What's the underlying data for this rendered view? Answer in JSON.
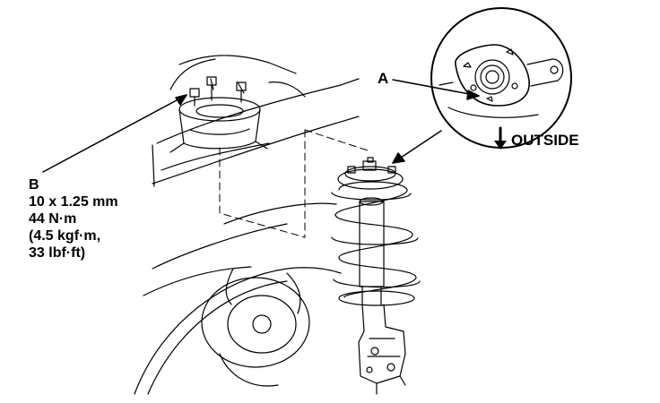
{
  "labels": {
    "callout_a": "A",
    "outside": "OUTSIDE",
    "callout_b": {
      "letter": "B",
      "size": "10 x 1.25 mm",
      "torque_nm": "44 N·m",
      "torque_kgfm": "(4.5 kgf·m,",
      "torque_lbfft": "33 lbf·ft)"
    }
  },
  "colors": {
    "line": "#000000",
    "background": "#ffffff"
  },
  "icons": {
    "outside_arrow": "arrow-down-icon"
  }
}
